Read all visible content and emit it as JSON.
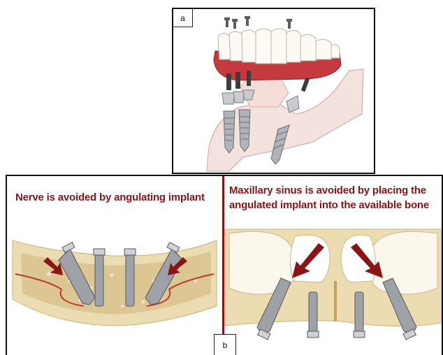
{
  "panel_a": {
    "label": "a"
  },
  "panel_b": {
    "label": "b",
    "left_caption": "Nerve is avoided by  angulating implant",
    "right_caption_line1": "Maxillary sinus is avoided by placing the",
    "right_caption_line2": "angulated implant into the available bone"
  },
  "colors": {
    "caption": "#8c1414",
    "gum": "#d86a6a",
    "bone": "#e8d9b4",
    "implant": "#8a8d92"
  }
}
